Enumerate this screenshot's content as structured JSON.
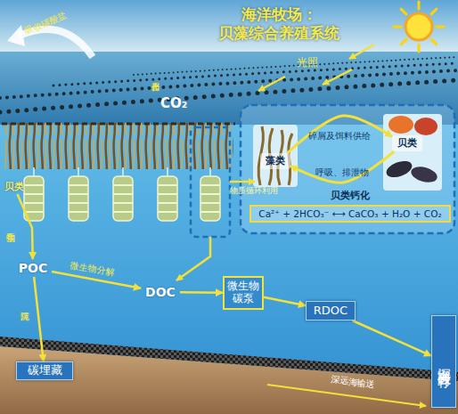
{
  "diagram": {
    "title": "海洋牧场： 贝藻综合养殖系统",
    "nodes": [
      {
        "text": [
          "贝类"
        ]
      },
      {
        "text": [
          "POC"
        ]
      },
      {
        "text": [
          "DOC"
        ]
      },
      {
        "text": [
          "微生物碳泵"
        ]
      },
      {
        "text": [
          "RDOC"
        ]
      },
      {
        "text": [
          "碳埋藏"
        ]
      },
      {
        "text": [
          "深海碳封存"
        ]
      },
      {
        "text": [
          "藻类"
        ]
      },
      {
        "text": [
          "贝类"
        ]
      },
      {
        "text": [
          "贝类钙化",
          "Ca²⁺ + 2HCO₃⁻ ⟷ CaCO₃ + H₂O + CO₂"
        ]
      }
    ],
    "edges": [
      {
        "from": 0,
        "to": 1,
        "arrow": "to",
        "label": "生物泵"
      },
      {
        "from": 1,
        "to": 2,
        "arrow": "to",
        "label": "微生物分解"
      },
      {
        "from": 1,
        "to": 5,
        "arrow": "to",
        "label": "沉降"
      },
      {
        "from": 2,
        "to": 3,
        "arrow": "to"
      },
      {
        "from": 3,
        "to": 4,
        "arrow": "to"
      },
      {
        "from": 4,
        "to": 6,
        "arrow": "to"
      },
      {
        "from": 7,
        "to": 8,
        "arrow": "to",
        "label": "碎屑及饵料供给"
      },
      {
        "from": 8,
        "to": 7,
        "arrow": "to",
        "label": "呼吸、排泄物"
      }
    ],
    "labels": [
      "光照",
      "吸收碳酸盐",
      "光合作用",
      "CO₂",
      "物质循环利用",
      "深远海输送"
    ]
  }
}
